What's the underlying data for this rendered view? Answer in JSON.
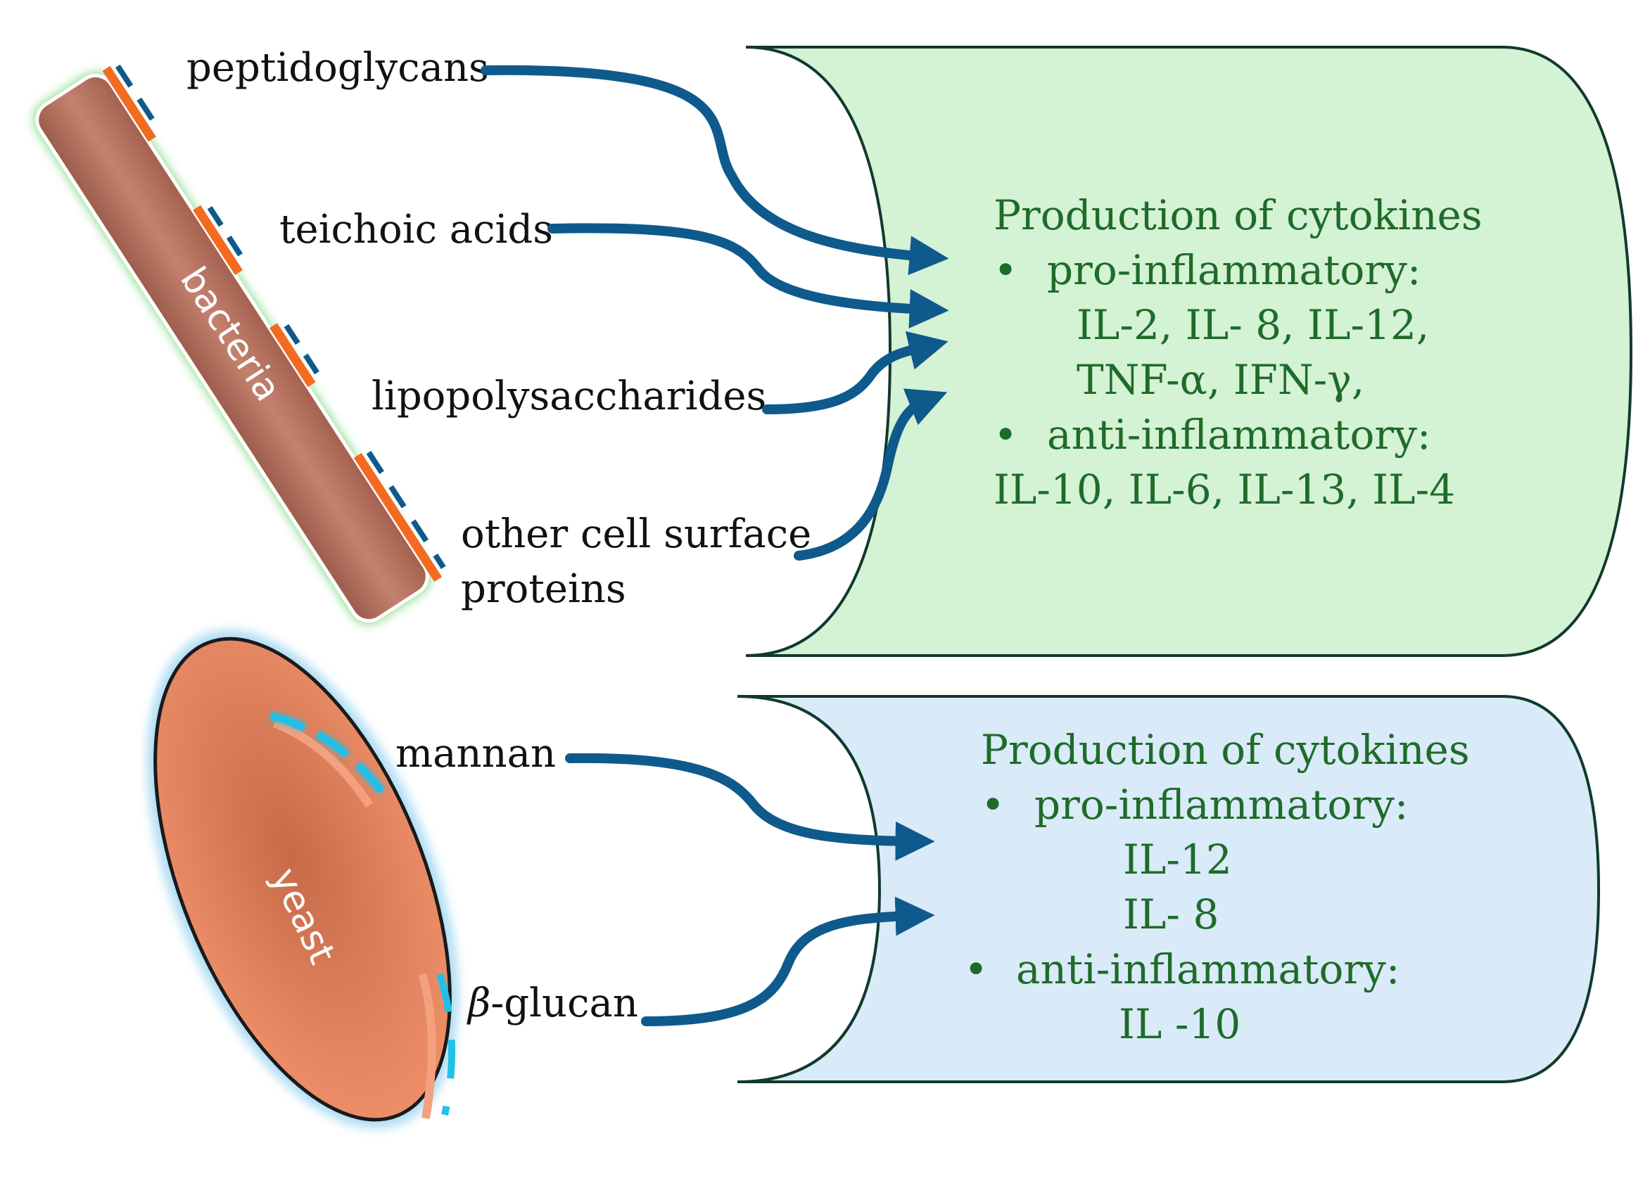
{
  "organisms": {
    "bacteria": "bacteria",
    "yeast": "yeast"
  },
  "bacteria_components": {
    "peptidoglycans": "peptidoglycans",
    "teichoic_acids": "teichoic acids",
    "lipopolysaccharides": "lipopolysaccharides",
    "other_proteins_line1": "other cell surface",
    "other_proteins_line2": "proteins"
  },
  "yeast_components": {
    "mannan": "mannan",
    "beta_symbol": "β",
    "glucan": "-glucan"
  },
  "bacteria_box": {
    "title": "Production of cytokines",
    "bullet": "•",
    "pro_label": "pro-inflammatory:",
    "pro_line1": "IL-2, IL- 8, IL-12,",
    "pro_line2": "TNF-α, IFN-γ,",
    "anti_label": "anti-inflammatory:",
    "anti_line1": "IL-10, IL-6, IL-13, IL-4"
  },
  "yeast_box": {
    "title": "Production of cytokines",
    "bullet": "•",
    "pro_label": "pro-inflammatory:",
    "pro_line1": "IL-12",
    "pro_line2": "IL- 8",
    "anti_label": "anti-inflammatory:",
    "anti_line1": "IL -10"
  },
  "colors": {
    "bacteria_box_fill": "#d4f2d4",
    "yeast_box_fill": "#d9eaf8",
    "arrow": "#0f5a8c",
    "bacteria_body": "#b5715f",
    "yeast_body": "#e98760",
    "green_text": "#1f6b2a",
    "orange_patch": "#f36b21",
    "cyan_patch": "#22c0e8"
  }
}
